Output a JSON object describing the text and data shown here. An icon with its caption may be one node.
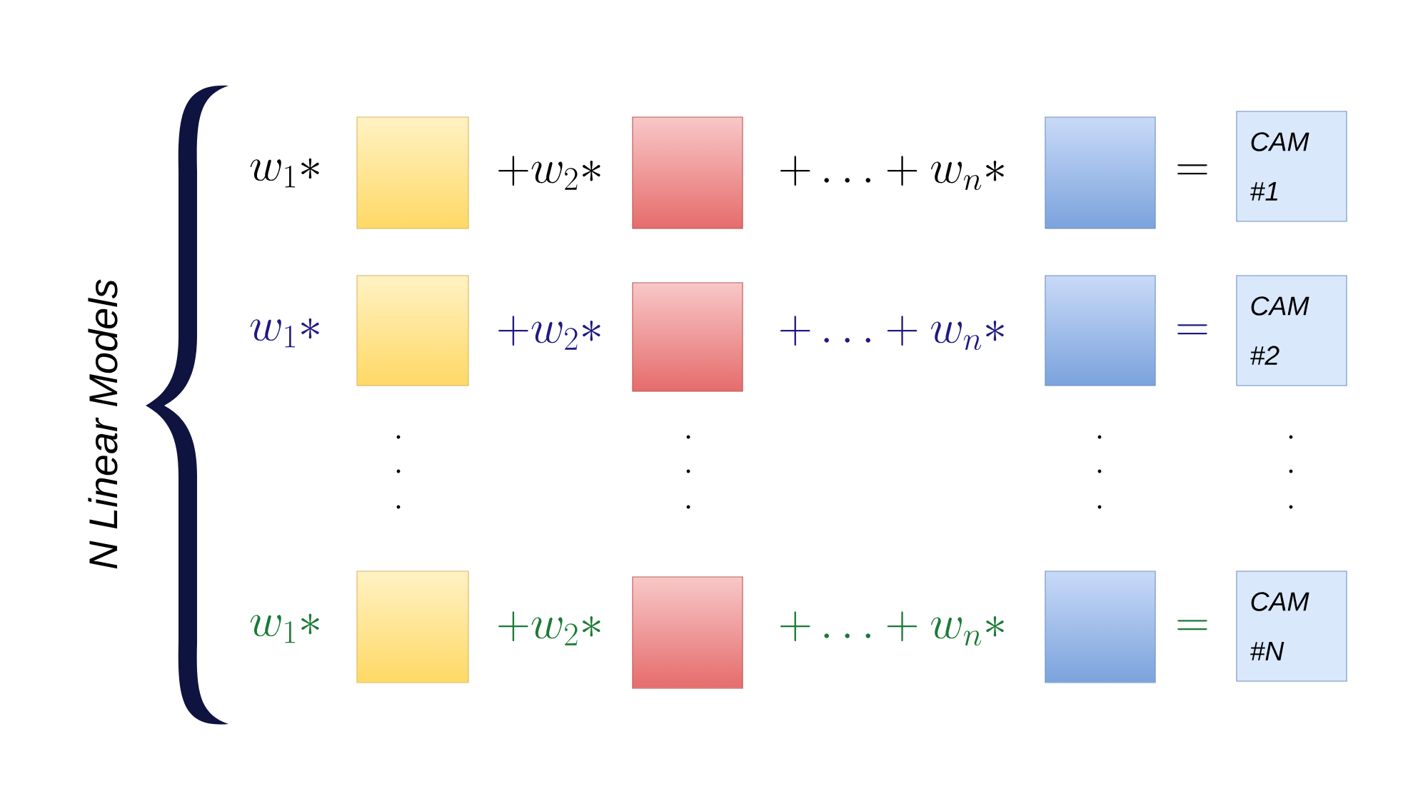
{
  "diagram": {
    "nodes": [
      {
        "text": [],
        "shape": "box"
      },
      {
        "text": [],
        "shape": "box"
      },
      {
        "text": [],
        "shape": "box"
      },
      {
        "text": [
          "CAM #1"
        ]
      },
      {
        "text": [],
        "shape": "box"
      },
      {
        "text": [],
        "shape": "box"
      },
      {
        "text": [],
        "shape": "box"
      },
      {
        "text": [
          "CAM #2"
        ]
      },
      {
        "text": [],
        "shape": "box"
      },
      {
        "text": [],
        "shape": "box"
      },
      {
        "text": [],
        "shape": "box"
      },
      {
        "text": [
          "CAM #N"
        ]
      }
    ],
    "labels": [
      "N Linear Models",
      "w_1 *",
      "+w_2 *",
      "+ \\dots + w_n *",
      "=",
      "w_1 *",
      "+w_2 *",
      "+ \\dots + w_n *",
      "=",
      "w_1 *",
      "+w_2 *",
      "+ \\dots + w_n *",
      "="
    ]
  }
}
